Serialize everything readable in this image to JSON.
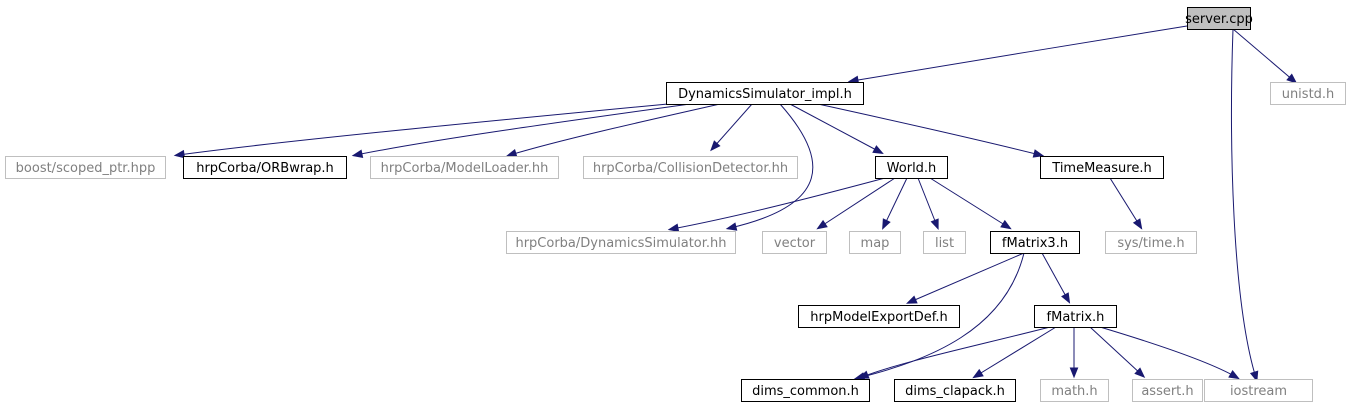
{
  "nodes": [
    {
      "id": "server",
      "label": "server.cpp",
      "style": "root",
      "link": false
    },
    {
      "id": "dsimpl",
      "label": "DynamicsSimulator_impl.h",
      "style": "doc",
      "link": true
    },
    {
      "id": "unistd",
      "label": "unistd.h",
      "style": "ext",
      "link": false
    },
    {
      "id": "iostream",
      "label": "iostream",
      "style": "ext",
      "link": false
    },
    {
      "id": "scoped",
      "label": "boost/scoped_ptr.hpp",
      "style": "ext",
      "link": false
    },
    {
      "id": "orbwrap",
      "label": "hrpCorba/ORBwrap.h",
      "style": "doc",
      "link": true
    },
    {
      "id": "modelloader",
      "label": "hrpCorba/ModelLoader.hh",
      "style": "ext",
      "link": false
    },
    {
      "id": "collision",
      "label": "hrpCorba/CollisionDetector.hh",
      "style": "ext",
      "link": false
    },
    {
      "id": "world",
      "label": "World.h",
      "style": "doc",
      "link": true
    },
    {
      "id": "timemeasure",
      "label": "TimeMeasure.h",
      "style": "doc",
      "link": true
    },
    {
      "id": "dynsim",
      "label": "hrpCorba/DynamicsSimulator.hh",
      "style": "ext",
      "link": false
    },
    {
      "id": "vector",
      "label": "vector",
      "style": "ext",
      "link": false
    },
    {
      "id": "map",
      "label": "map",
      "style": "ext",
      "link": false
    },
    {
      "id": "list",
      "label": "list",
      "style": "ext",
      "link": false
    },
    {
      "id": "fmatrix3",
      "label": "fMatrix3.h",
      "style": "doc",
      "link": true
    },
    {
      "id": "systime",
      "label": "sys/time.h",
      "style": "ext",
      "link": false
    },
    {
      "id": "hrpexport",
      "label": "hrpModelExportDef.h",
      "style": "doc",
      "link": true
    },
    {
      "id": "fmatrix",
      "label": "fMatrix.h",
      "style": "doc",
      "link": true
    },
    {
      "id": "dimscommon",
      "label": "dims_common.h",
      "style": "doc",
      "link": true
    },
    {
      "id": "dimsclapack",
      "label": "dims_clapack.h",
      "style": "doc",
      "link": true
    },
    {
      "id": "math",
      "label": "math.h",
      "style": "ext",
      "link": false
    },
    {
      "id": "assert",
      "label": "assert.h",
      "style": "ext",
      "link": false
    }
  ],
  "edges": [
    {
      "from": "server",
      "to": "dsimpl"
    },
    {
      "from": "server",
      "to": "unistd"
    },
    {
      "from": "server",
      "to": "iostream"
    },
    {
      "from": "dsimpl",
      "to": "scoped"
    },
    {
      "from": "dsimpl",
      "to": "orbwrap"
    },
    {
      "from": "dsimpl",
      "to": "modelloader"
    },
    {
      "from": "dsimpl",
      "to": "collision"
    },
    {
      "from": "dsimpl",
      "to": "dynsim"
    },
    {
      "from": "dsimpl",
      "to": "world"
    },
    {
      "from": "dsimpl",
      "to": "timemeasure"
    },
    {
      "from": "world",
      "to": "dynsim"
    },
    {
      "from": "world",
      "to": "vector"
    },
    {
      "from": "world",
      "to": "map"
    },
    {
      "from": "world",
      "to": "list"
    },
    {
      "from": "world",
      "to": "fmatrix3"
    },
    {
      "from": "timemeasure",
      "to": "systime"
    },
    {
      "from": "fmatrix3",
      "to": "hrpexport"
    },
    {
      "from": "fmatrix3",
      "to": "dimscommon"
    },
    {
      "from": "fmatrix3",
      "to": "fmatrix"
    },
    {
      "from": "fmatrix",
      "to": "dimscommon"
    },
    {
      "from": "fmatrix",
      "to": "dimsclapack"
    },
    {
      "from": "fmatrix",
      "to": "math"
    },
    {
      "from": "fmatrix",
      "to": "assert"
    },
    {
      "from": "fmatrix",
      "to": "iostream"
    }
  ],
  "colors": {
    "edge": "#191970",
    "root_fill": "#bfbfbf",
    "doc_border": "#000000",
    "ext_border": "#bfbfbf",
    "ext_text": "#808080",
    "text": "#000000"
  }
}
